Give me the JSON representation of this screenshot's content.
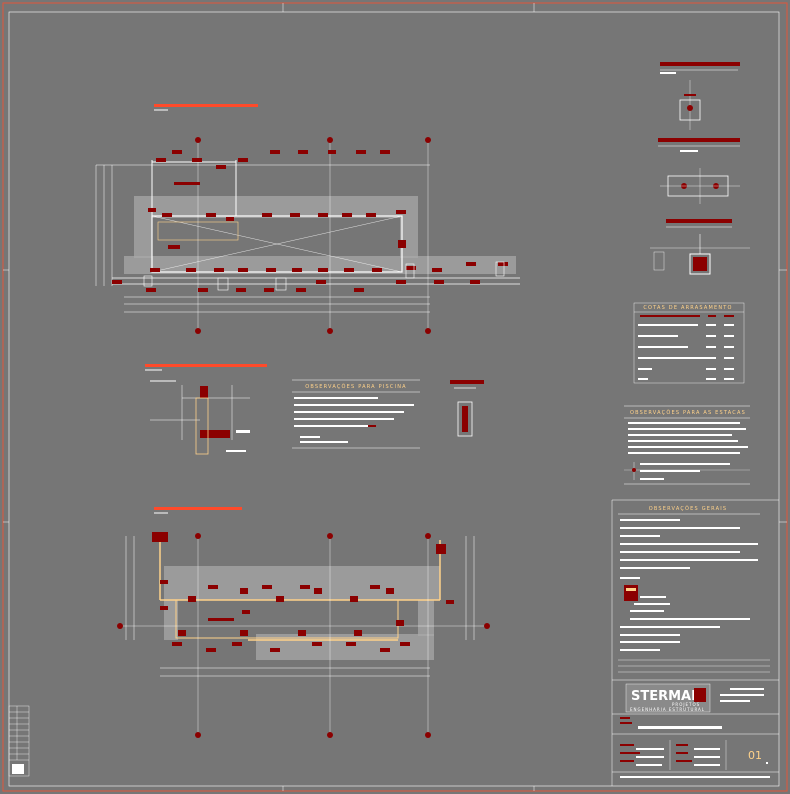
{
  "colors": {
    "background": "#767676",
    "frame": "#e2553a",
    "line": "#ffffff",
    "accent": "#8b0000",
    "hatch": "#b7b7b7",
    "highlight": "#ffd28a"
  },
  "labels": {
    "obs_piscina": "OBSERVAÇÕES PARA PISCINA",
    "cotas_arrasamento": "COTAS DE ARRASAMENTO",
    "obs_estacas": "OBSERVAÇÕES PARA AS ESTACAS",
    "obs_gerais": "OBSERVAÇÕES GERAIS"
  },
  "title_block": {
    "company": "STERMAN",
    "company_suffix": "PROJETOS",
    "company_tagline": "ENGENHARIA ESTRUTURAL",
    "sheet_number": "01"
  }
}
